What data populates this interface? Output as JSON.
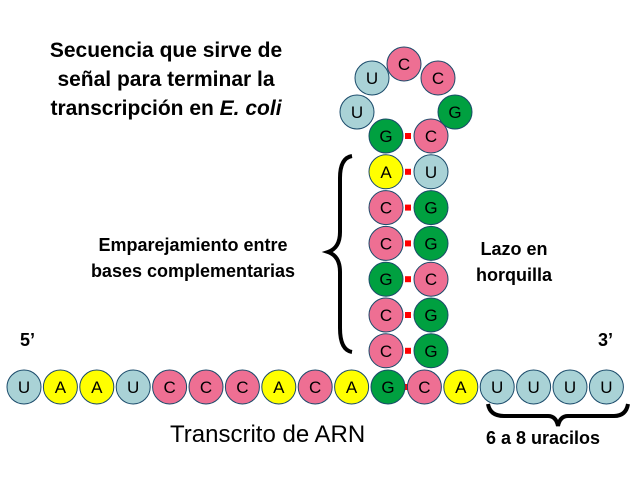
{
  "title": {
    "line1": "Secuencia que sirve de",
    "line2": "señal para terminar la",
    "line3_prefix": "transcripción en ",
    "line3_italic": "E. coli"
  },
  "labels": {
    "pairing_line1": "Emparejamiento entre",
    "pairing_line2": "bases complementarias",
    "loop_line1": "Lazo en",
    "loop_line2": "horquilla",
    "five_prime": "5’",
    "three_prime": "3’",
    "rna": "Transcrito de ARN",
    "uracils": "6 a 8 uracilos"
  },
  "colors": {
    "U": "#a9d2d6",
    "A": "#ffff00",
    "C": "#ee6f93",
    "G": "#00a040",
    "pair_bond": "#ff0000"
  },
  "sequence": {
    "bottom_strand": [
      "U",
      "A",
      "A",
      "U",
      "C",
      "C",
      "C",
      "A",
      "C",
      "A",
      "G",
      "C",
      "A",
      "U",
      "U",
      "U",
      "U"
    ],
    "stem_left": [
      "G",
      "A",
      "C",
      "C",
      "G",
      "C",
      "C"
    ],
    "stem_right": [
      "C",
      "U",
      "G",
      "G",
      "C",
      "G",
      "G"
    ],
    "loop": [
      "U",
      "U",
      "C",
      "C",
      "G"
    ]
  }
}
